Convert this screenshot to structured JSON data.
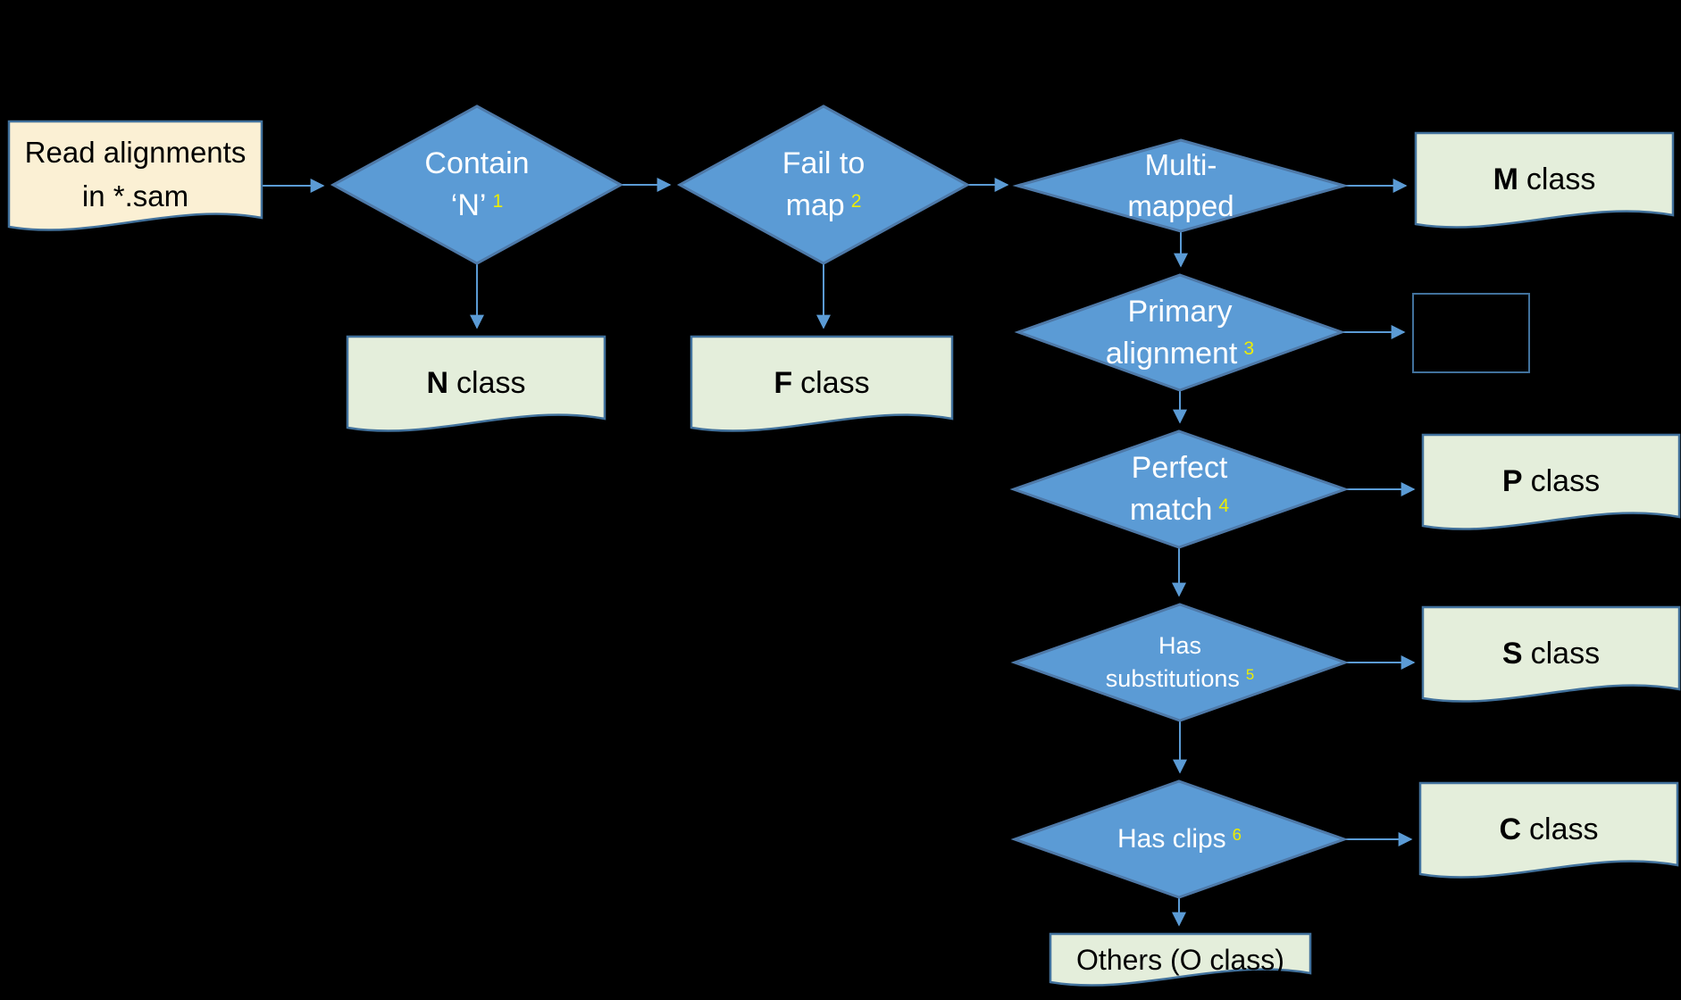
{
  "title": "Read alignment classification flowchart",
  "colors": {
    "background": "#000000",
    "diamond_fill": "#5b9bd5",
    "diamond_border": "#4e79a8",
    "doc_green_fill": "#e4eedb",
    "doc_tan_fill": "#fbf0d4",
    "shape_border": "#41719c",
    "arrow": "#5b9bd5",
    "note_yellow": "#eded00",
    "diamond_text": "#ffffff",
    "doc_text": "#000000"
  },
  "nodes": {
    "start": {
      "line1": "Read alignments",
      "line2": "in *.sam"
    },
    "contain_n": {
      "line1": "Contain",
      "line2": "‘N’",
      "note": "1"
    },
    "fail_to_map": {
      "line1": "Fail to",
      "line2": "map",
      "note": "2"
    },
    "multi_mapped": {
      "line1": "Multi-",
      "line2": "mapped",
      "note": ""
    },
    "primary_alignment": {
      "line1": "Primary",
      "line2": "alignment",
      "note": "3"
    },
    "perfect_match": {
      "line1": "Perfect",
      "line2": "match",
      "note": "4"
    },
    "has_substitutions": {
      "line1": "Has",
      "line2": "substitutions",
      "note": "5"
    },
    "has_clips": {
      "line1": "Has clips",
      "note": "6"
    },
    "m_class": {
      "letter": "M",
      "rest": "class"
    },
    "n_class": {
      "letter": "N",
      "rest": "class"
    },
    "f_class": {
      "letter": "F",
      "rest": "class"
    },
    "p_class": {
      "letter": "P",
      "rest": "class"
    },
    "s_class": {
      "letter": "S",
      "rest": "class"
    },
    "c_class": {
      "letter": "C",
      "rest": "class"
    },
    "others": {
      "label": "Others (O class)"
    }
  }
}
